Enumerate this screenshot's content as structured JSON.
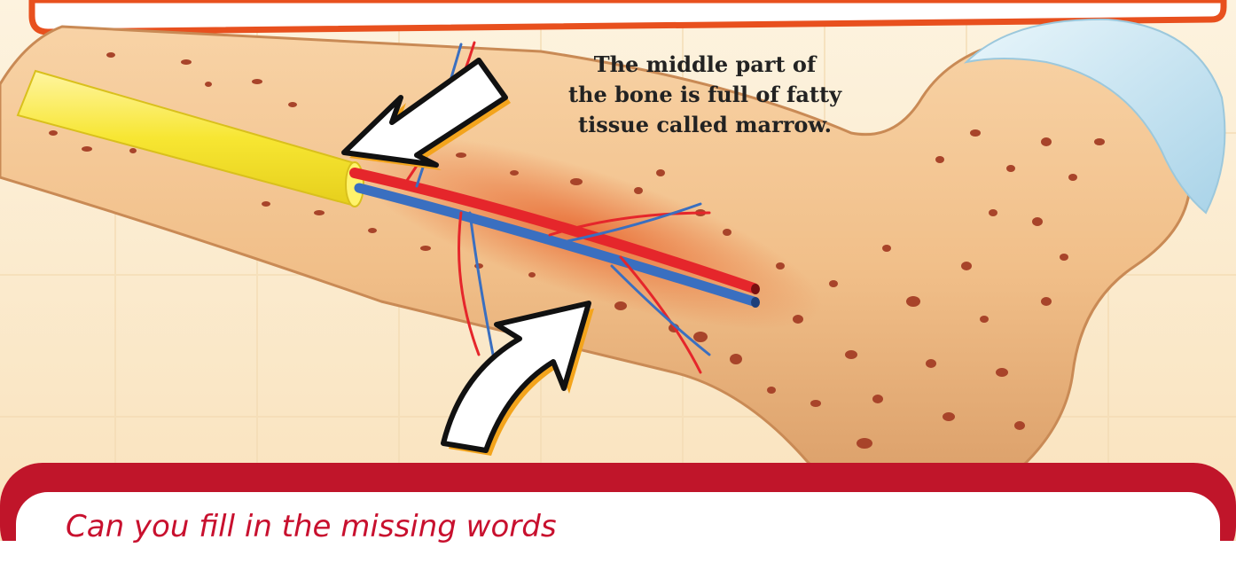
{
  "caption": {
    "line1": "The middle part of",
    "line2": "the bone is full of fatty",
    "line3": "tissue called marrow."
  },
  "quiz": {
    "question": "Can you fill in the missing words"
  },
  "colors": {
    "background": "#fcecd0",
    "bone": "#f1c08b",
    "bone_dark": "#c98a55",
    "spots": "#a8442a",
    "marrow": "#f7e632",
    "artery": "#e5262b",
    "vein": "#3a6fc0",
    "cartilage": "#c9e6f3",
    "arrow_fill": "#ffffff",
    "arrow_shadow": "#f3a41c",
    "frame_orange": "#e8501e",
    "quiz_border": "#c0152a",
    "question_text": "#c8102e"
  }
}
